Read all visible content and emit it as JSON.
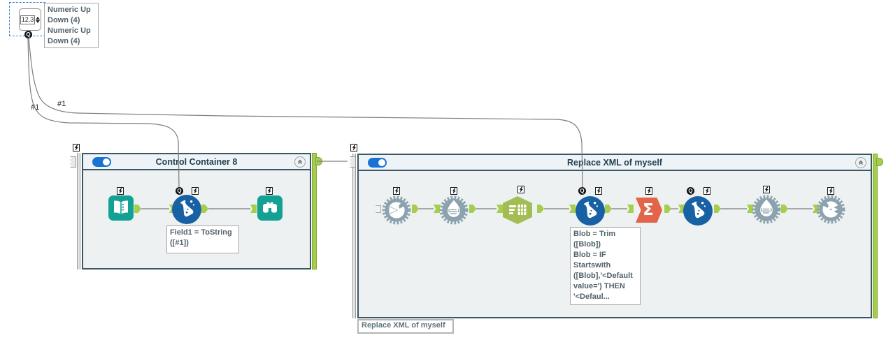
{
  "colors": {
    "tool_teal": "#12a193",
    "formula_blue": "#1861a5",
    "summarize_orange": "#e2654a",
    "parse_green": "#a3bd55",
    "macro_gear_gray": "#8ca3af",
    "anchor_green": "#a6ce4d",
    "selection_blue": "#3b82d0",
    "container_border": "#37535f",
    "toggle_blue": "#1a73d4",
    "wire_gray": "#7d7d7d"
  },
  "interface_tool": {
    "value": "12.3",
    "annotation": "Numeric Up\nDown (4)\nNumeric Up\nDown (4)"
  },
  "badges": {
    "q": "Q"
  },
  "connections": {
    "label_a": "#1",
    "label_b": "#1"
  },
  "container1": {
    "title": "Control Container 8",
    "annotation": "Field1 = ToString\n([#1])"
  },
  "container2": {
    "title": "Replace XML of myself",
    "annotation": "Blob = Trim\n([Blob])\nBlob = IF\nStartswith\n([Blob],'<Default\nvalue=') THEN\n'<Defaul...",
    "footer_label": "Replace XML of myself"
  }
}
